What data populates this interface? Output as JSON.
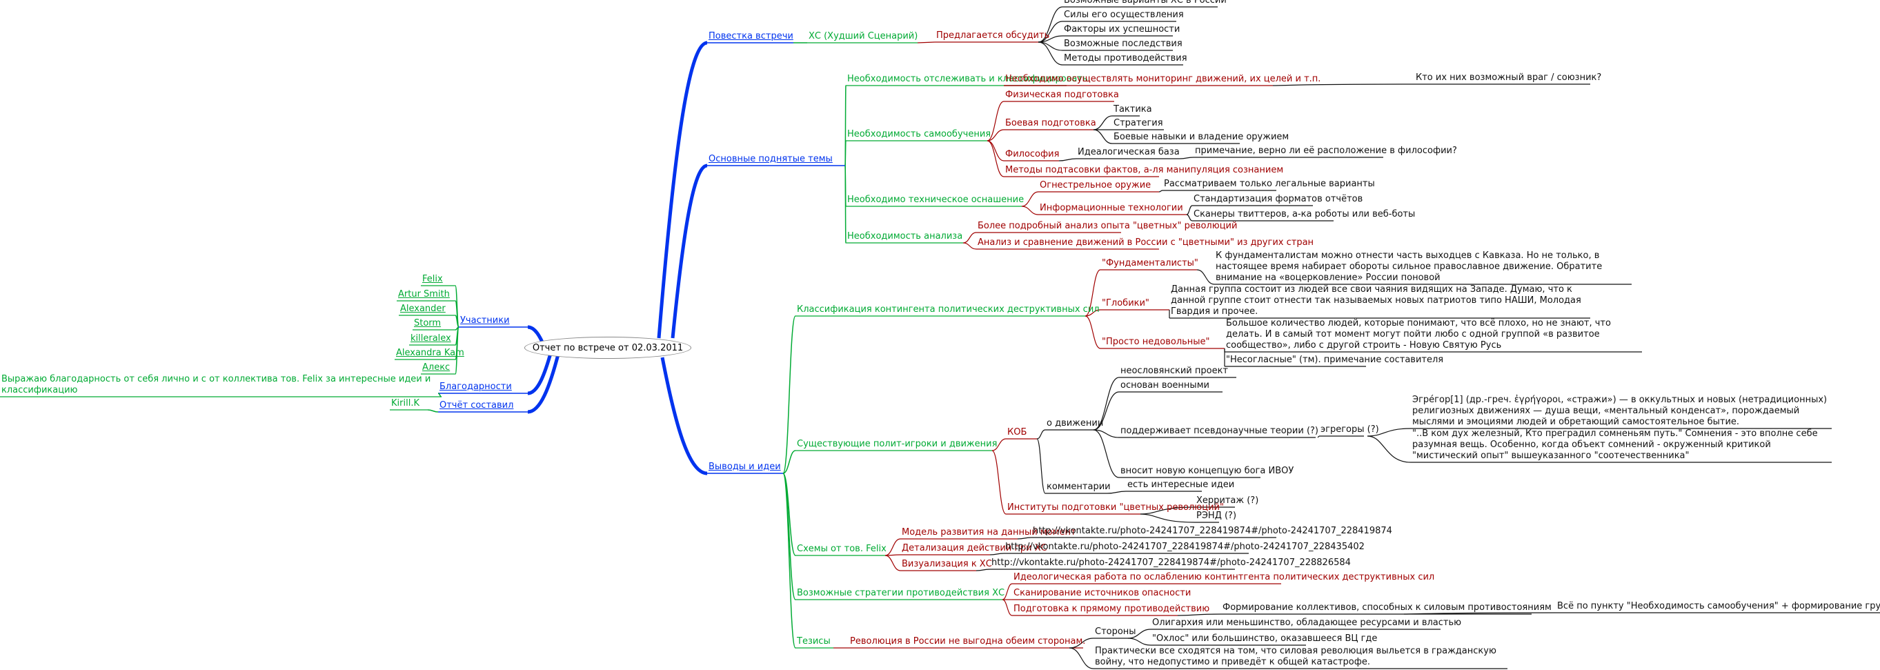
{
  "root": {
    "label": "Отчет по встрече от 02.03.2011"
  },
  "colors": {
    "level1": "#0033ee",
    "level2": "#00aa33",
    "level3": "#a00000",
    "level4": "#111111"
  },
  "left": {
    "participants": {
      "label": "Участники",
      "items": [
        "Felix",
        "Artur Smith",
        "Alexander",
        "Storm",
        "killeralex",
        "Alexandra Kam",
        "Алекс"
      ]
    },
    "thanks": {
      "label": "Благодарности",
      "text": "Выражаю благодарность от себя лично и с от коллектива тов. Felix за интересные идеи и классификацию"
    },
    "author": {
      "label": "Отчёт составил",
      "name": "Kirill.K"
    }
  },
  "agenda": {
    "label": "Повестка встречи",
    "xs": "ХС (Худший Сценарий)",
    "propose": "Предлагается обсудить",
    "items": [
      "Возможные варианты ХС в России",
      "Силы его осуществления",
      "Факторы их успешности",
      "Возможные последствия",
      "Методы противодействия"
    ]
  },
  "topics": {
    "label": "Основные поднятые темы",
    "track": {
      "label": "Необходимость отслеживать и классифицировать",
      "child": "Необходимо осуществлять мониторинг движений, их целей и т.п.",
      "leaf": "Кто их них возможный враг / союзник?"
    },
    "self": {
      "label": "Необходимость самообучения",
      "physical": "Физическая подготовка",
      "combat": {
        "label": "Боевая подготовка",
        "items": [
          "Тактика",
          "Стратегия",
          "Боевые навыки и владение оружием"
        ]
      },
      "philosophy": {
        "label": "Философия",
        "base": "Идеалогическая база",
        "note": "примечание, верно ли её расположение в философии?"
      },
      "manip": "Методы подтасовки фактов, а-ля манипуляция сознанием"
    },
    "tech": {
      "label": "Необходимо техническое оснашение",
      "guns": {
        "label": "Огнестрельное оружие",
        "leaf": "Рассматриваем только легальные варианты"
      },
      "it": {
        "label": "Информационные технологии",
        "items": [
          "Стандартизация форматов отчётов",
          "Сканеры твиттеров, а-ка роботы или веб-боты"
        ]
      }
    },
    "analysis": {
      "label": "Необходимость анализа",
      "items": [
        "Более подробный анализ опыта \"цветных\" революций",
        "Анализ и сравнение движений в России с \"цветными\" из других стран"
      ]
    }
  },
  "conclusions": {
    "label": "Выводы и идеи",
    "classification": {
      "label": "Классификация контингента политических деструктивных сил",
      "fund": {
        "label": "\"Фундаменталисты\"",
        "text": "К фундаменталистам можно отнести часть выходцев с Кавказа. Но не только, в настоящее время набирает обороты сильное православное движение. Обратите внимание на «воцерковление» России поновой"
      },
      "glob": {
        "label": "\"Глобики\"",
        "text": "Данная группа состоит из людей все свои чаяния видящих на Западе. Думаю, что к данной группе стоит отнести так называемых новых патриотов типо НАШИ, Молодая Гвардия и прочее."
      },
      "disc": {
        "label": "\"Просто недовольные\"",
        "text": "Большое количество людей, которые понимают, что всё плохо, но не знают, что делать. И в самый тот момент могут пойти любо с одной группой «в развитое сообщество», либо с другой строить - Новую Святую Русь",
        "note": "\"Несогласные\" (тм). примечание составителя"
      }
    },
    "players": {
      "label": "Существующие полит-игроки и движения",
      "kob": {
        "label": "КОБ",
        "about": {
          "label": "о движении",
          "items": [
            "неословянский проект",
            "основан военными",
            "поддерживает псевдонаучные теории (?)",
            "вносит новую концепцую бога ИВОУ"
          ],
          "egregor": {
            "label": "эгрегоры (?)",
            "def": "Эгрéгор[1] (др.-греч. ἐγρήγοροι, «стражи») — в оккультных и новых (нетрадиционных) религиозных движениях — душа вещи, «ментальный конденсат», порождаемый мыслями и эмоциями людей и обретающий самостоятельное бытие.",
            "quote": " \"..В ком дух железный, Кто преградил сомненьям путь.\" Сомнения - это вполне себе разумная вещь. Особенно, когда объект сомнений - окруженный критикой \"мистический опыт\" вышеуказанного \"соотечественника\""
          }
        },
        "comments": {
          "label": "комментарии",
          "leaf": "есть интересные идеи"
        }
      },
      "institutes": {
        "label": "Институты подготовки \"цветных революций\"",
        "items": [
          "Херритаж (?)",
          "РЭНД (?)"
        ]
      }
    },
    "schemes": {
      "label": "Схемы от тов. Felix",
      "items": [
        {
          "label": "Модель развития на данный момент",
          "url": "http://vkontakte.ru/photo-24241707_228419874#/photo-24241707_228419874"
        },
        {
          "label": "Детализация действий при ХС",
          "url": "http://vkontakte.ru/photo-24241707_228419874#/photo-24241707_228435402"
        },
        {
          "label": "Визуализация к ХС",
          "url": "http://vkontakte.ru/photo-24241707_228419874#/photo-24241707_228826584"
        }
      ]
    },
    "strategies": {
      "label": "Возможные стратегии противодействия ХС",
      "items": [
        "Идеологическая работа по ослаблению континтгента политических деструктивных сил",
        "Сканирование источников опасности",
        "Подготовка к прямому противодействию"
      ],
      "form": "Формирование коллективов, способных к силовым противостояниям",
      "all": "Всё по пункту \"Необходимость самообучения\" + формирование групп"
    },
    "theses": {
      "label": "Тезисы",
      "rev": "Революция в России не выгодна обеим сторонам.",
      "sides": {
        "label": "Стороны",
        "items": [
          "Олигархия или меньшинство, обладающее ресурсами и властью",
          "\"Охлос\" или большинство, оказавшееся ВЦ где"
        ]
      },
      "practical": "Практически все сходятся на том, что силовая революция выльется в гражданскую войну, что недопустимо и приведёт к общей катастрофе."
    }
  }
}
